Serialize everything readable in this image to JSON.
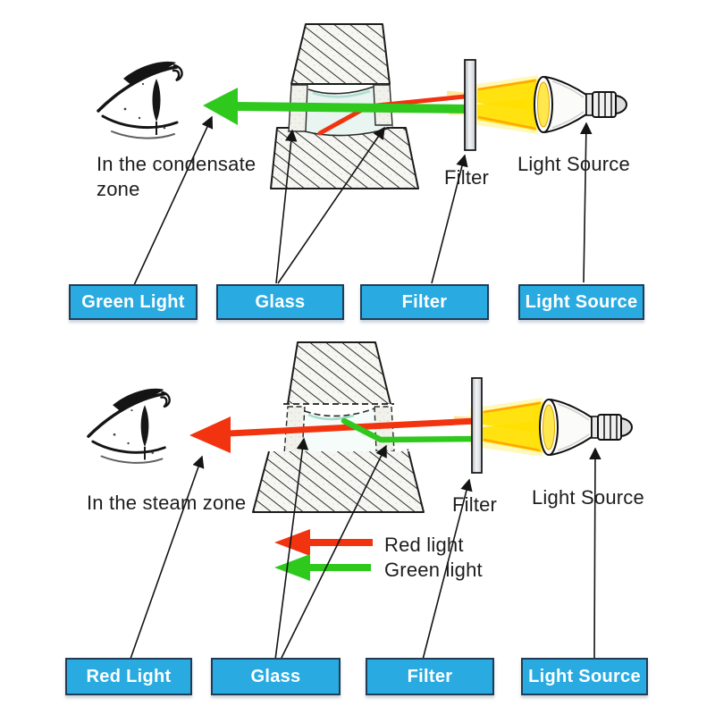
{
  "colors": {
    "green": "#2FC81D",
    "red": "#F2330F",
    "yellow": "#FFE000",
    "yellow_soft": "#FFEE55",
    "orange": "#FF9E00",
    "button_blue": "#29ABE2",
    "button_border": "#223C55",
    "text": "#1D1D1D",
    "glass_tint": "#E8F5F0",
    "ink": "#1C1C1C"
  },
  "top_panel": {
    "zone_label": "In the condensate zone",
    "filter_label": "Filter",
    "light_source_label": "Light Source",
    "buttons": [
      {
        "label": "Green Light"
      },
      {
        "label": "Glass"
      },
      {
        "label": "Filter"
      },
      {
        "label": "Light Source"
      }
    ]
  },
  "bottom_panel": {
    "zone_label": "In the steam zone",
    "filter_label": "Filter",
    "light_source_label": "Light Source",
    "legend": [
      {
        "label": "Red light",
        "color_key": "red"
      },
      {
        "label": "Green light",
        "color_key": "green"
      }
    ],
    "buttons": [
      {
        "label": "Red Light"
      },
      {
        "label": "Glass"
      },
      {
        "label": "Filter"
      },
      {
        "label": "Light Source"
      }
    ]
  }
}
